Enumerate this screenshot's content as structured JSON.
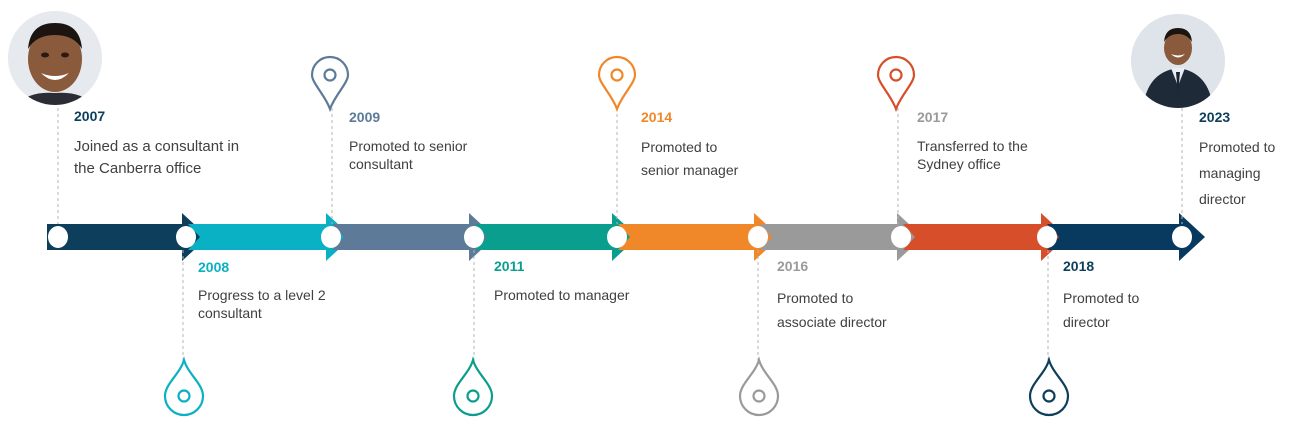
{
  "colors": {
    "navy": "#0d3e5c",
    "teal": "#0ab0c4",
    "slate": "#5d7a99",
    "green": "#0a9e8e",
    "orange": "#f0882a",
    "grey": "#9a9a9a",
    "red": "#d64e2a",
    "darknavy": "#083a60"
  },
  "milestones": [
    {
      "year": "2007",
      "text": "Joined as a consultant in the Canberra office",
      "color": "#0d3e5c",
      "pin_color": "",
      "icon": "profile-photo"
    },
    {
      "year": "2008",
      "text": "Progress to a level 2 consultant",
      "color": "#0ab0c4",
      "pin_color": "#0ab0c4",
      "icon": "drop-pin-icon"
    },
    {
      "year": "2009",
      "text": "Promoted to senior consultant",
      "color": "#5d7a99",
      "pin_color": "#5d7a99",
      "icon": "map-pin-icon"
    },
    {
      "year": "2011",
      "text": "Promoted to manager",
      "color": "#0a9e8e",
      "pin_color": "#0a9e8e",
      "icon": "drop-pin-icon"
    },
    {
      "year": "2014",
      "text": "Promoted to senior manager",
      "color": "#f0882a",
      "pin_color": "#f0882a",
      "icon": "map-pin-icon"
    },
    {
      "year": "2016",
      "text": "Promoted to associate director",
      "color": "#9a9a9a",
      "pin_color": "#9a9a9a",
      "icon": "drop-pin-icon"
    },
    {
      "year": "2017",
      "text": "Transferred to the Sydney office",
      "color": "#9a9a9a",
      "pin_color": "#d64e2a",
      "icon": "map-pin-icon"
    },
    {
      "year": "2018",
      "text": "Promoted to director",
      "color": "#0d3e5c",
      "pin_color": "#0d3e5c",
      "icon": "drop-pin-icon"
    },
    {
      "year": "2023",
      "text": "Promoted to managing director",
      "color": "#0d3e5c",
      "pin_color": "",
      "icon": "profile-photo"
    }
  ]
}
